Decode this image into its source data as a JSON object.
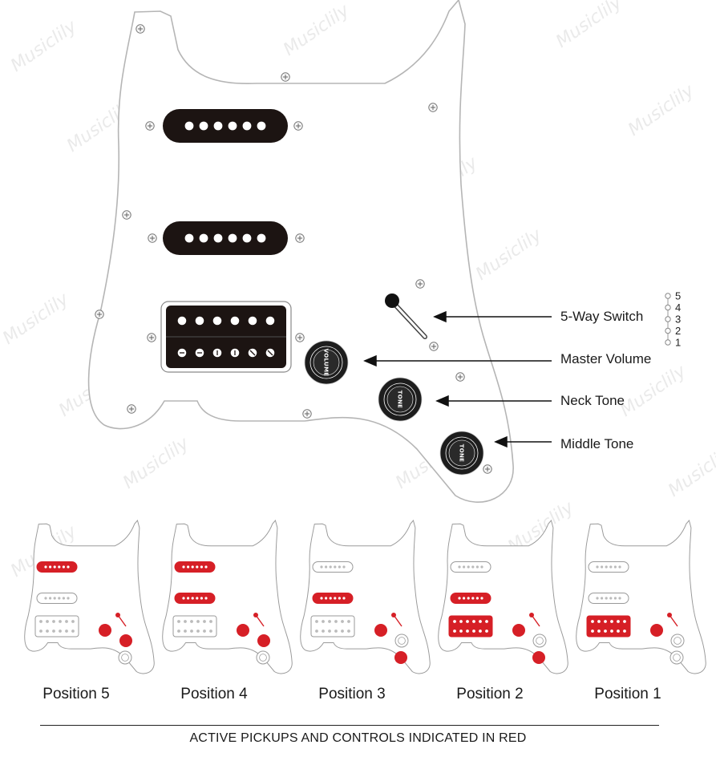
{
  "watermark": "Musiclily",
  "colors": {
    "active": "#d61f26",
    "pickup_dark": "#1c1412",
    "pickguard": "#ffffff",
    "outline": "#9a9a9a"
  },
  "callouts": {
    "switch": "5-Way Switch",
    "volume": "Master Volume",
    "neck_tone": "Neck Tone",
    "middle_tone": "Middle Tone"
  },
  "switch_positions": [
    "5",
    "4",
    "3",
    "2",
    "1"
  ],
  "knob_labels": {
    "volume": "VOLUME",
    "tone": "TONE"
  },
  "positions": [
    {
      "label": "Position 5",
      "active": {
        "neck": true,
        "middle": false,
        "bridge": false,
        "neck_tone": true,
        "middle_tone": false
      }
    },
    {
      "label": "Position 4",
      "active": {
        "neck": true,
        "middle": true,
        "bridge": false,
        "neck_tone": true,
        "middle_tone": false
      }
    },
    {
      "label": "Position 3",
      "active": {
        "neck": false,
        "middle": true,
        "bridge": false,
        "neck_tone": false,
        "middle_tone": true
      }
    },
    {
      "label": "Position 2",
      "active": {
        "neck": false,
        "middle": true,
        "bridge": true,
        "neck_tone": false,
        "middle_tone": true
      }
    },
    {
      "label": "Position 1",
      "active": {
        "neck": false,
        "middle": false,
        "bridge": true,
        "neck_tone": false,
        "middle_tone": false
      }
    }
  ],
  "footer": "ACTIVE PICKUPS AND CONTROLS INDICATED IN RED"
}
